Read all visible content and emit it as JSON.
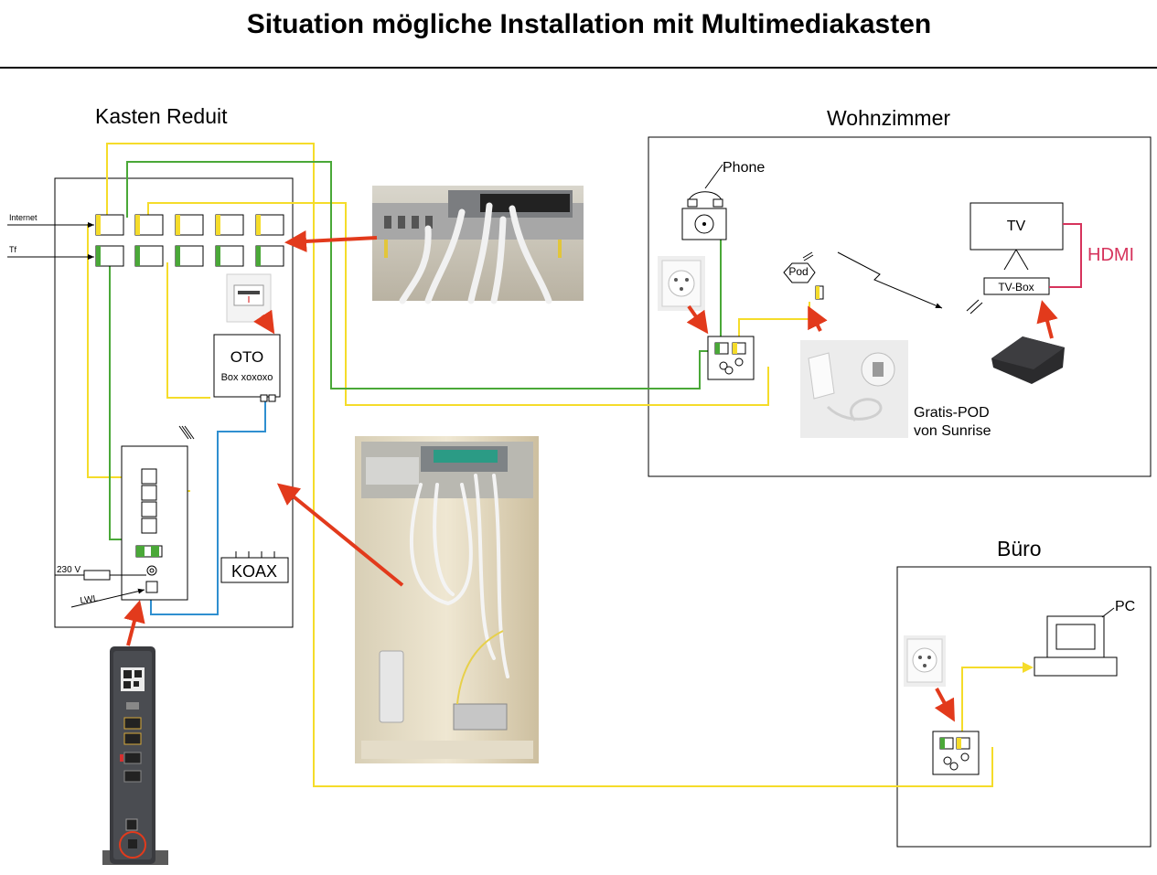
{
  "title": "Situation mögliche Installation mit Multimediakasten",
  "rooms": {
    "reduit": "Kasten Reduit",
    "wohnzimmer": "Wohnzimmer",
    "buero": "Büro"
  },
  "inputs": {
    "internet": "Internet",
    "tf": "Tf",
    "power": "230 V",
    "lwl": "LWL"
  },
  "oto": {
    "title": "OTO",
    "subtitle": "Box xoxoxo"
  },
  "koax": "KOAX",
  "devices": {
    "phone": "Phone",
    "pod": "Pod",
    "tv": "TV",
    "tvbox": "TV-Box",
    "hdmi": "HDMI",
    "pc": "PC",
    "gratis_pod_line1": "Gratis-POD",
    "gratis_pod_line2": "von Sunrise"
  },
  "colors": {
    "yellow": "#f5dc2a",
    "green": "#4aa838",
    "blue": "#2f8fd0",
    "red": "#e23a1c",
    "hdmi": "#d6335c",
    "frame": "#000000"
  }
}
